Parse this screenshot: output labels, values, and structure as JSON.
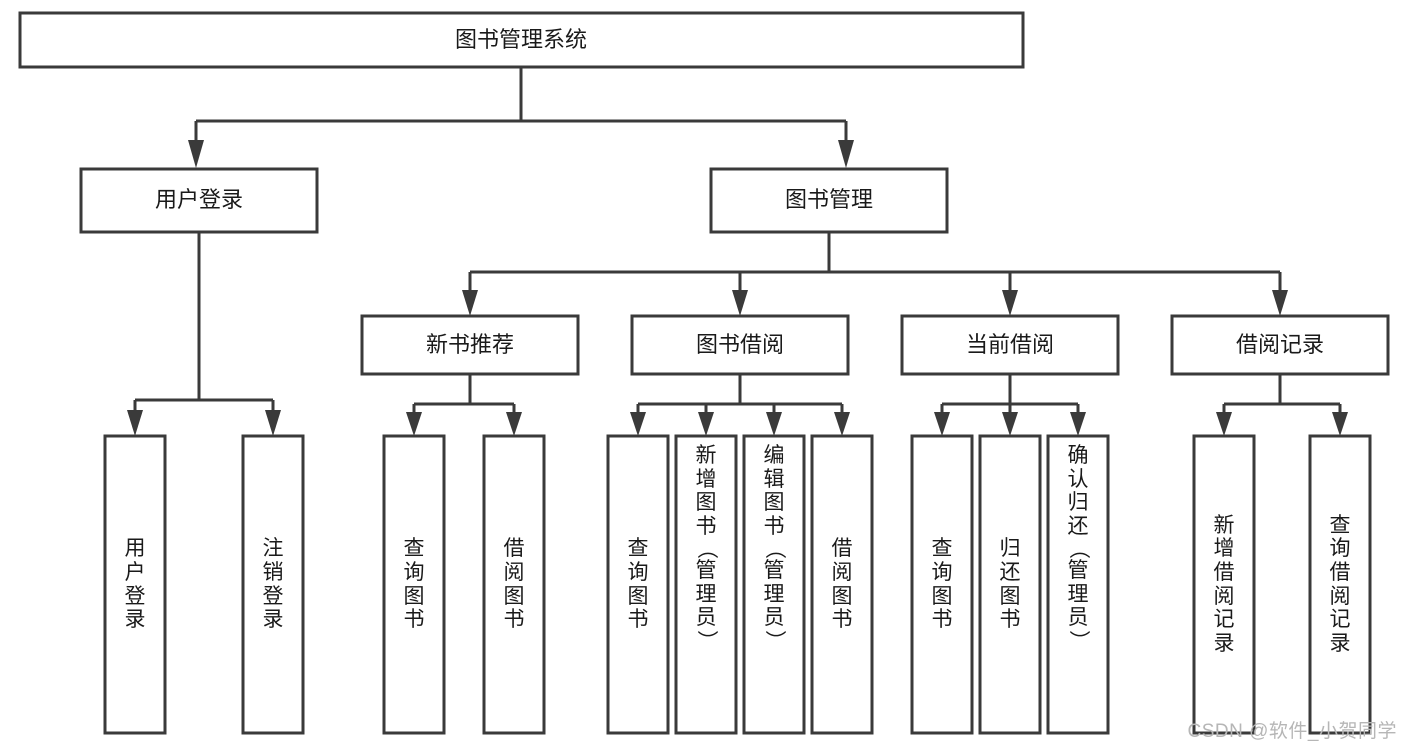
{
  "diagram": {
    "title": "图书管理系统",
    "watermark": "CSDN @软件_小贺同学",
    "colors": {
      "stroke": "#3a3a3a",
      "box_fill": "#ffffff",
      "text": "#1a1a1a",
      "watermark": "#b6b6b6",
      "background": "#ffffff"
    },
    "root": {
      "label": "图书管理系统"
    },
    "level2": [
      {
        "label": "用户登录"
      },
      {
        "label": "图书管理"
      }
    ],
    "level3": [
      {
        "label": "新书推荐"
      },
      {
        "label": "图书借阅"
      },
      {
        "label": "当前借阅"
      },
      {
        "label": "借阅记录"
      }
    ],
    "leaves": {
      "user_login": [
        {
          "label": "用户登录"
        },
        {
          "label": "注销登录"
        }
      ],
      "new_book_recommend": [
        {
          "label": "查询图书"
        },
        {
          "label": "借阅图书"
        }
      ],
      "book_borrow": [
        {
          "label": "查询图书"
        },
        {
          "label": "新增图书（管理员）"
        },
        {
          "label": "编辑图书（管理员）"
        },
        {
          "label": "借阅图书"
        }
      ],
      "current_borrow": [
        {
          "label": "查询图书"
        },
        {
          "label": "归还图书"
        },
        {
          "label": "确认归还（管理员）"
        }
      ],
      "borrow_record": [
        {
          "label": "新增借阅记录"
        },
        {
          "label": "查询借阅记录"
        }
      ]
    }
  }
}
